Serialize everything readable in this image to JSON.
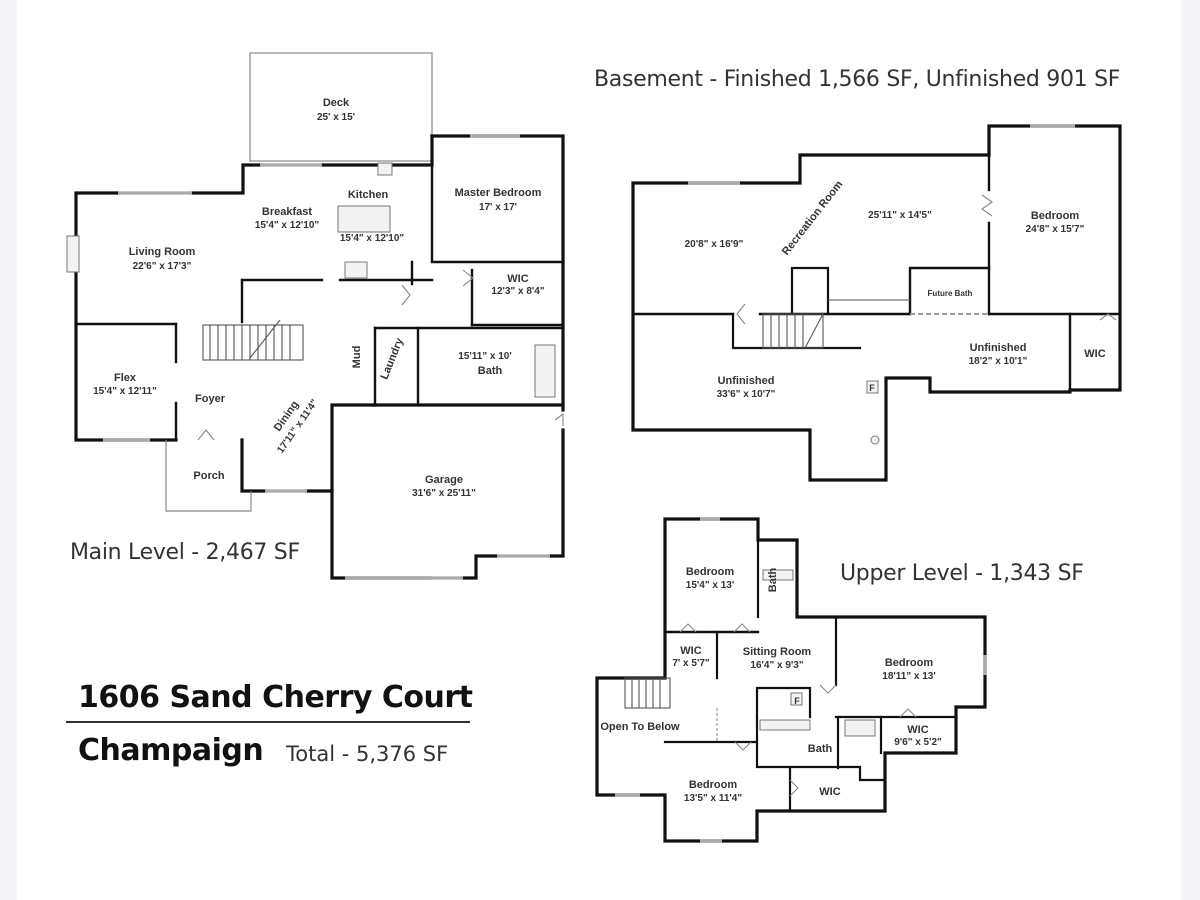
{
  "property": {
    "address": "1606 Sand Cherry Court",
    "city": "Champaign",
    "total": "Total - 5,376 SF"
  },
  "levels": {
    "main": {
      "label": "Main Level - 2,467 SF",
      "rooms": {
        "deck": {
          "name": "Deck",
          "dim": "25' x 15'"
        },
        "kitchen": {
          "name": "Kitchen",
          "dim": "15'4\" x 12'10\""
        },
        "breakfast": {
          "name": "Breakfast",
          "dim": "15'4\" x 12'10\""
        },
        "living": {
          "name": "Living Room",
          "dim": "22'6\" x 17'3\""
        },
        "master": {
          "name": "Master Bedroom",
          "dim": "17' x 17'"
        },
        "wic": {
          "name": "WIC",
          "dim": "12'3\" x 8'4\""
        },
        "bath": {
          "name": "Bath",
          "dim": "15'11\" x 10'"
        },
        "laundry": {
          "name": "Laundry"
        },
        "mud": {
          "name": "Mud"
        },
        "flex": {
          "name": "Flex",
          "dim": "15'4\" x 12'11\""
        },
        "foyer": {
          "name": "Foyer"
        },
        "dining": {
          "name": "Dining",
          "dim": "17'11\" x 11'4\""
        },
        "porch": {
          "name": "Porch"
        },
        "garage": {
          "name": "Garage",
          "dim": "31'6\" x 25'11\""
        }
      }
    },
    "basement": {
      "label": "Basement - Finished 1,566 SF, Unfinished 901 SF",
      "rooms": {
        "rec_name": {
          "name": "Recreation Room"
        },
        "rec_left": {
          "dim": "20'8\" x 16'9\""
        },
        "rec_right": {
          "dim": "25'11\" x 14'5\""
        },
        "bedroom": {
          "name": "Bedroom",
          "dim": "24'8\" x 15'7\""
        },
        "future_bath": {
          "name": "Future Bath"
        },
        "unfinished_right": {
          "name": "Unfinished",
          "dim": "18'2\" x 10'1\""
        },
        "wic": {
          "name": "WIC"
        },
        "unfinished_left": {
          "name": "Unfinished",
          "dim": "33'6\" x 10'7\""
        },
        "furnace": {
          "name": "F"
        }
      }
    },
    "upper": {
      "label": "Upper Level - 1,343 SF",
      "rooms": {
        "bedroom1": {
          "name": "Bedroom",
          "dim": "15'4\" x 13'"
        },
        "bath_small": {
          "name": "Bath"
        },
        "wic1": {
          "name": "WIC",
          "dim": "7' x 5'7\""
        },
        "sitting": {
          "name": "Sitting Room",
          "dim": "16'4\" x 9'3\""
        },
        "bedroom2": {
          "name": "Bedroom",
          "dim": "18'11\" x 13'"
        },
        "open_below": {
          "name": "Open To Below"
        },
        "furnace": {
          "name": "F"
        },
        "bath": {
          "name": "Bath"
        },
        "wic2": {
          "name": "WIC",
          "dim": "9'6\" x 5'2\""
        },
        "bedroom3": {
          "name": "Bedroom",
          "dim": "13'5\" x 11'4\""
        },
        "wic3": {
          "name": "WIC"
        }
      }
    }
  }
}
